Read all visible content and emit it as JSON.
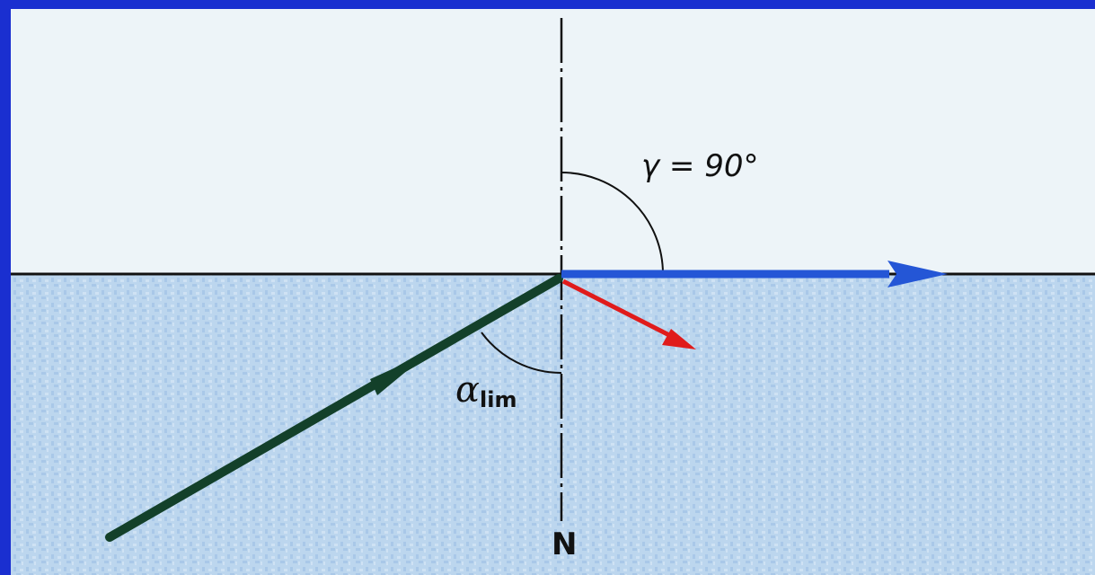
{
  "diagram": {
    "angle_refraction_label": "γ = 90°",
    "angle_incidence_symbol": "α",
    "angle_incidence_subscript": "lim",
    "normal_label": "N"
  },
  "colors": {
    "frame": "#1a2fd0",
    "air": "#edf4f8",
    "water": "#bcd6ee",
    "water_texture": "#a9c8e8",
    "incident_ray": "#13402a",
    "refracted_ray": "#2456d6",
    "reflected_ray": "#e01b1b",
    "lines": "#111111"
  }
}
